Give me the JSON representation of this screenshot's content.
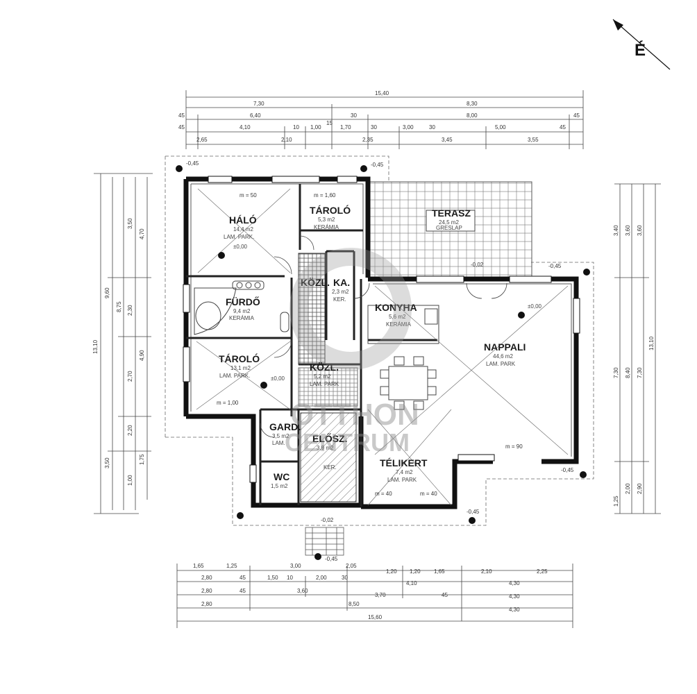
{
  "north_label": "É",
  "top_dims": {
    "row1": [
      "15,40"
    ],
    "row2": [
      "7,30",
      "8,30"
    ],
    "row3": [
      "45",
      "6,40",
      "30",
      "8,00",
      "45"
    ],
    "row4": [
      "45",
      "4,10",
      "10",
      "1,00",
      "15",
      "1,70",
      "30",
      "3,00",
      "30",
      "5,00",
      "45"
    ],
    "row5": [
      "2,65",
      "2,10",
      "2,35",
      "3,45",
      "3,55"
    ]
  },
  "bottom_dims": {
    "row1": [
      "1,65",
      "1,25",
      "3,00",
      "2,05",
      "1,20",
      "1,20",
      "1,65"
    ],
    "row1b": [
      "2,10",
      "2,25"
    ],
    "row2": [
      "2,80",
      "45",
      "1,50",
      "10",
      "2,00",
      "30",
      "4,10",
      "4,30"
    ],
    "row3": [
      "2,80",
      "45",
      "3,60",
      "3,70",
      "45",
      "4,30"
    ],
    "row4": [
      "2,80",
      "8,50",
      "4,30"
    ],
    "row5": [
      "15,60"
    ]
  },
  "left_dims": [
    "13,10",
    "9,60",
    "8,75",
    "3,50",
    "4,70",
    "3,50",
    "2,30",
    "4,90",
    "2,70",
    "2,20",
    "1,75",
    "1,00"
  ],
  "right_dims": [
    "3,40",
    "3,60",
    "3,60",
    "7,30",
    "8,40",
    "7,30",
    "13,10",
    "2,00",
    "2,90",
    "1,25"
  ],
  "rooms": {
    "halo": {
      "name": "HÁLÓ",
      "area": "14,4 m2",
      "floor": "LAM. PARK.",
      "level": "±0,00"
    },
    "tarolo_top": {
      "name": "TÁROLÓ",
      "area": "5,3 m2",
      "floor": "KERÁMIA"
    },
    "terasz": {
      "name": "TERASZ",
      "area": "24,5 m2",
      "floor": "GRESLAP"
    },
    "furdo": {
      "name": "FÜRDŐ",
      "area": "9,4 m2",
      "floor": "KERÁMIA"
    },
    "kozl_ka": {
      "name": "KÖZL.",
      "name2": "KA.",
      "area": "2,3 m2",
      "floor": "KER."
    },
    "konyha": {
      "name": "KONYHA",
      "area": "5,6 m2",
      "floor": "KERÁMIA"
    },
    "nappali": {
      "name": "NAPPALI",
      "area": "44,6 m2",
      "floor": "LAM. PARK",
      "level": "±0,00"
    },
    "tarolo_mid": {
      "name": "TÁROLÓ",
      "area": "13,1 m2",
      "floor": "LAM. PARK.",
      "level": "±0,00"
    },
    "kozl": {
      "name": "KÖZL.",
      "area": "5,2 m2",
      "floor": "LAM. PARK"
    },
    "gard": {
      "name": "GARD.",
      "area": "3,5 m2",
      "floor": "LAM."
    },
    "elosz": {
      "name": "ELŐSZ.",
      "area": "3,9 m2",
      "floor": "KER."
    },
    "wc": {
      "name": "WC",
      "area": "1,5 m2"
    },
    "telikert": {
      "name": "TÉLIKERT",
      "area": "7,4 m2",
      "floor": "LAM. PARK"
    }
  },
  "levels": {
    "l1": "-0,45",
    "l2": "-0,45",
    "l3": "-0,45",
    "l4": "-0,45",
    "l5": "-0,02",
    "l6": "-0,45",
    "l7": "-0,45",
    "l8": "-0,02"
  },
  "openings": [
    "m = 50",
    "m = 1,60",
    "m = 1,00",
    "m = 90",
    "m = 40",
    "m = 40"
  ],
  "watermark": {
    "line1": "OTTHON",
    "line2": "CENTRUM"
  }
}
